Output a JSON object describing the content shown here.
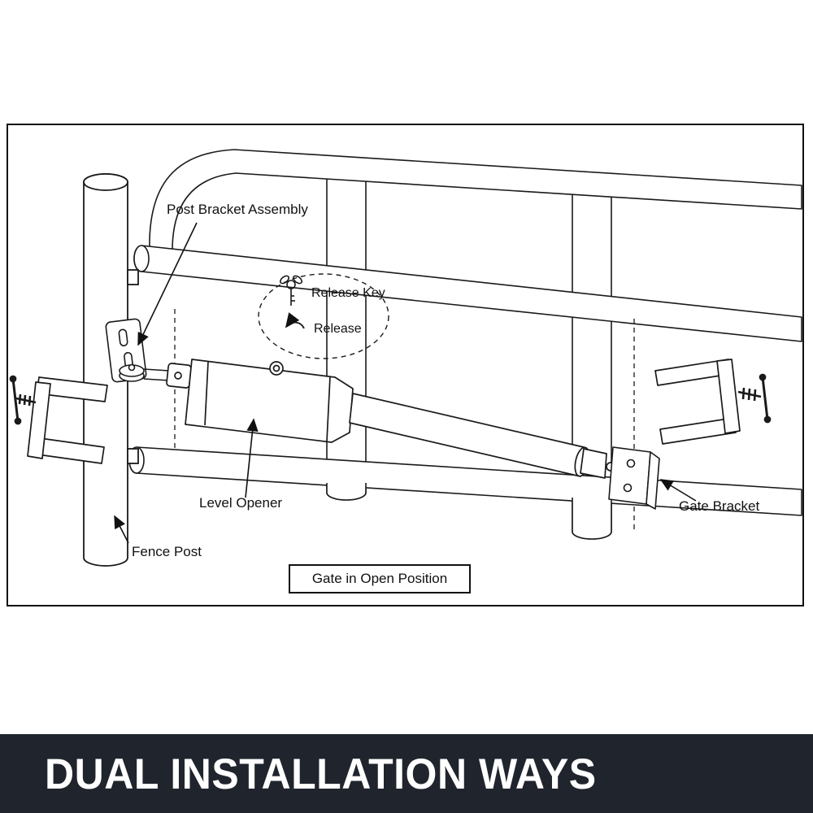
{
  "colors": {
    "background": "#ffffff",
    "line": "#1a1a1a",
    "banner_bg": "#20242c",
    "banner_text": "#ffffff"
  },
  "diagram": {
    "labels": {
      "post_bracket_assembly": "Post Bracket Assembly",
      "release_key": "Release Key",
      "release": "Release",
      "level_opener": "Level Opener",
      "fence_post": "Fence Post",
      "gate_bracket": "Gate Bracket",
      "gate_open_position": "Gate in Open Position"
    },
    "icons": {
      "release_key_icon": "key",
      "release_rotate_icon": "curved-return-arrow"
    }
  },
  "banner": {
    "title": "DUAL INSTALLATION WAYS"
  }
}
